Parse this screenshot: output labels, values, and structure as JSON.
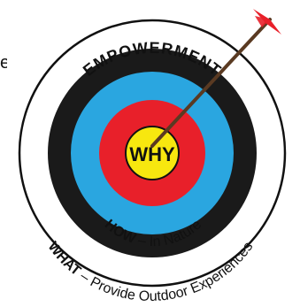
{
  "stray_char": "e",
  "labels": {
    "outer_top": "EMPOWERMENT",
    "outer_bottom_keyword": "WHAT",
    "outer_bottom_rest": " – Provide Outdoor Experiences",
    "blue_keyword": "HOW",
    "blue_rest": " – In Nature",
    "center": "WHY"
  },
  "colors": {
    "outer_white": "#ffffff",
    "outer_ring_stroke": "#111111",
    "black_ring": "#1a1a1a",
    "blue_ring": "#2aa6e0",
    "red_ring": "#e8202a",
    "center_yellow": "#f7e70f",
    "arrow_shaft": "#5a3a22",
    "arrow_fletching": "#e8202a",
    "text_dark": "#111111",
    "text_white": "#ffffff"
  },
  "icons": {
    "arrow": "arrow-icon",
    "target": "archery-target-icon"
  }
}
